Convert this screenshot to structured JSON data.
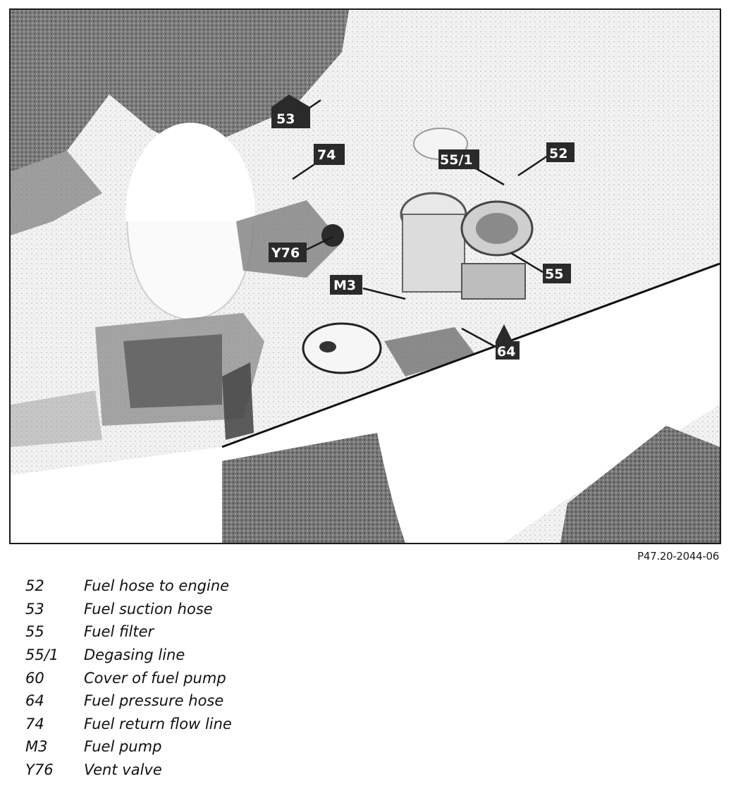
{
  "figure": {
    "reference": "P47.20-2044-06",
    "callouts": [
      "53",
      "74",
      "55/1",
      "52",
      "Y76",
      "55",
      "M3",
      "64"
    ]
  },
  "legend": [
    {
      "code": "52",
      "description": "Fuel hose to engine"
    },
    {
      "code": "53",
      "description": "Fuel suction hose"
    },
    {
      "code": "55",
      "description": "Fuel filter"
    },
    {
      "code": "55/1",
      "description": "Degasing line"
    },
    {
      "code": "60",
      "description": "Cover of fuel pump"
    },
    {
      "code": "64",
      "description": "Fuel pressure hose"
    },
    {
      "code": "74",
      "description": "Fuel return flow line"
    },
    {
      "code": "M3",
      "description": "Fuel pump"
    },
    {
      "code": "Y76",
      "description": "Vent valve"
    }
  ],
  "colors": {
    "callout_fill": "#2a2a2a",
    "photo_dark": "#4a4a4a",
    "photo_mid": "#8c8c8c"
  }
}
